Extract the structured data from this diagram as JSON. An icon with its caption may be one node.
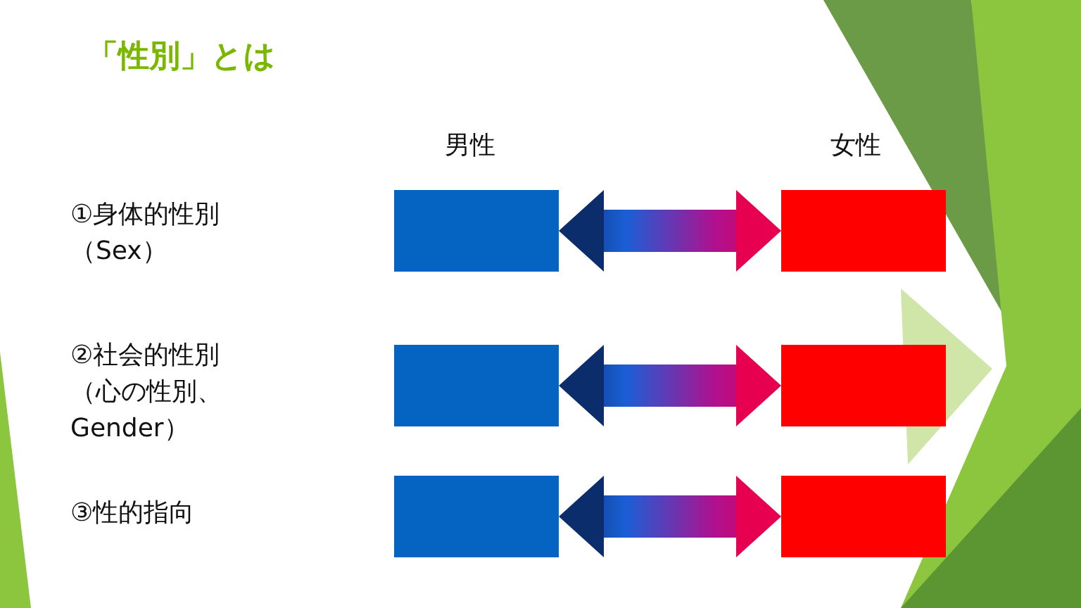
{
  "diagram": {
    "title": "「性別」とは",
    "nodes": [
      {
        "text": [],
        "shape": "box"
      },
      {
        "text": [],
        "shape": "box"
      },
      {
        "text": [],
        "shape": "box"
      },
      {
        "text": [],
        "shape": "box"
      },
      {
        "text": [],
        "shape": "box"
      },
      {
        "text": [],
        "shape": "box"
      }
    ],
    "edges": [
      {
        "from": 0,
        "to": 1,
        "arrow": "both"
      },
      {
        "from": 2,
        "to": 3,
        "arrow": "both"
      },
      {
        "from": 4,
        "to": 5,
        "arrow": "both"
      }
    ],
    "labels": [
      "男性",
      "女性",
      "①身体的性別（Sex）",
      "②社会的性別（心の性別、Gender）",
      "③性的指向"
    ]
  }
}
